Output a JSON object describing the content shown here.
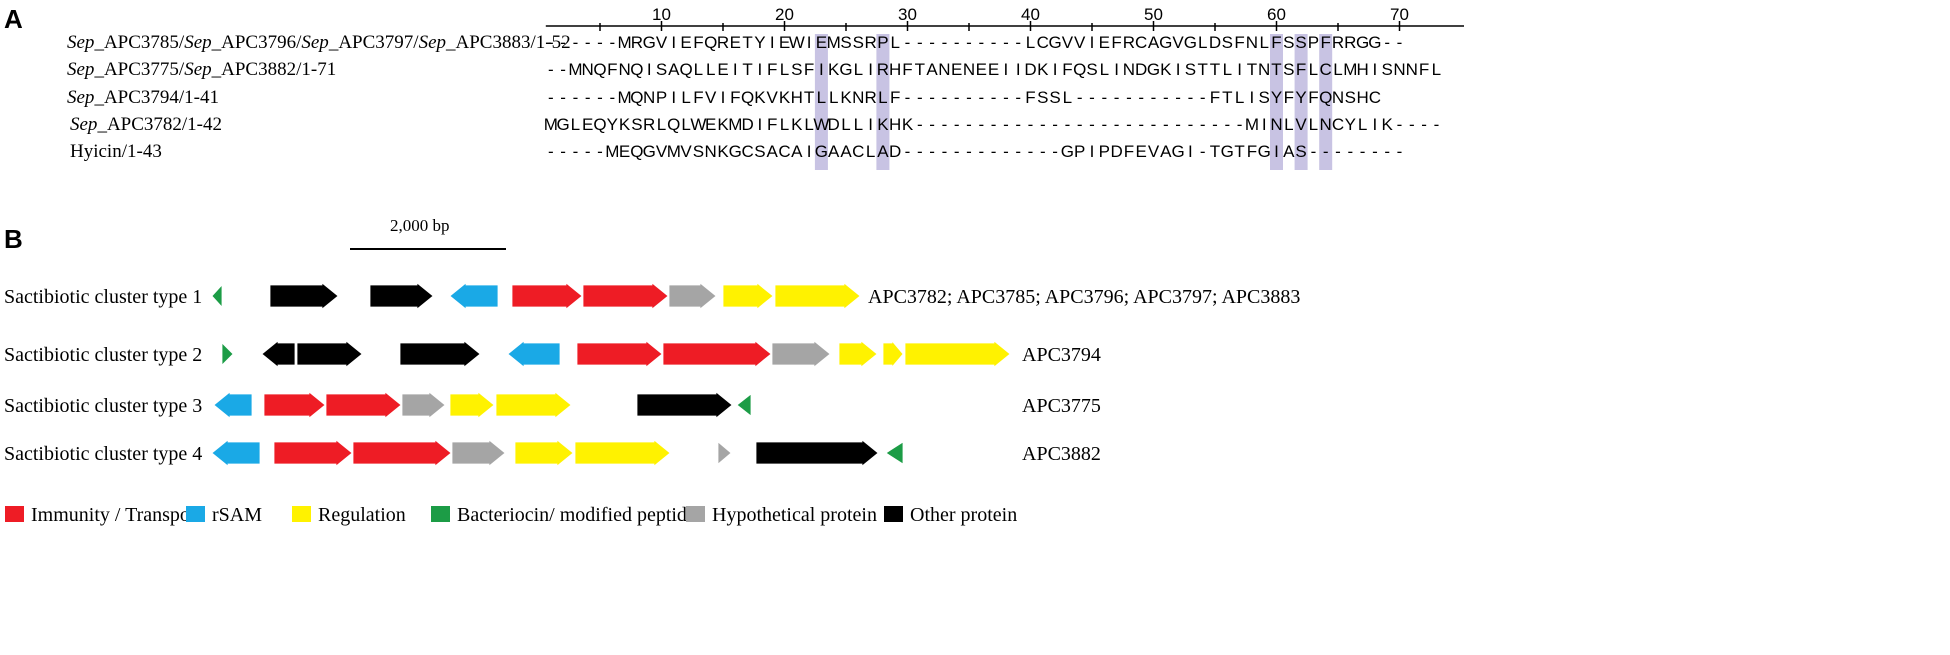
{
  "panel_a": {
    "letter": "A",
    "ruler_ticks": [
      "10",
      "20",
      "30",
      "40",
      "50",
      "60",
      "70"
    ],
    "sequences": [
      {
        "name_parts": [
          {
            "text": "Sep",
            "italic": true
          },
          {
            "text": "_APC3785/",
            "italic": false
          },
          {
            "text": "Sep",
            "italic": true
          },
          {
            "text": "_APC3796/",
            "italic": false
          },
          {
            "text": "Sep",
            "italic": true
          },
          {
            "text": "_APC3797/",
            "italic": false
          },
          {
            "text": "Sep",
            "italic": true
          },
          {
            "text": "_APC3883/1-52",
            "italic": false
          }
        ],
        "sequence": "------MRGVIEFQRETYIEWIEMSSRPL----------LCGVVIEFRCAGVGLDSFNLFSSPFRRGG--"
      },
      {
        "name_parts": [
          {
            "text": "Sep",
            "italic": true
          },
          {
            "text": "_APC3775/",
            "italic": false
          },
          {
            "text": "Sep",
            "italic": true
          },
          {
            "text": "_APC3882/1-71",
            "italic": false
          }
        ],
        "sequence": "--MNQFNQISAQLLEITIFLSFIKGLIRHFTANENEEIIDKIFQSLINDGKISTTLITNTSFLCLMHISNNFL"
      },
      {
        "name_parts": [
          {
            "text": "Sep",
            "italic": true
          },
          {
            "text": "_APC3794/1-41",
            "italic": false
          }
        ],
        "sequence": "------MQNPILFVIFQKVKHTLLKNRLF----------FSSL-----------FTLISYFYFQNSHC"
      },
      {
        "name_parts": [
          {
            "text": "Sep",
            "italic": true
          },
          {
            "text": "_APC3782/1-42",
            "italic": false
          }
        ],
        "sequence": "MGLEQYKSRLQLWEKMDIFLKLWDLLIKHK---------------------------MINLVLNCYLIK----"
      },
      {
        "name_parts": [
          {
            "text": "Hyicin/1-43",
            "italic": false
          }
        ],
        "sequence": "-----MEQGVMVSNKGCSACAIGAACLAD-------------GPIPDFEVAGI-TGTFGIAS--------"
      }
    ],
    "highlight_columns": [
      23,
      28,
      60,
      62,
      64
    ],
    "highlight_color": "#c8c3e3"
  },
  "panel_b": {
    "letter": "B",
    "scale_bar_label": "2,000  bp",
    "clusters": [
      {
        "label": "Sactibiotic cluster type 1",
        "strains": "APC3782; APC3785; APC3796; APC3797; APC3883",
        "genes": [
          {
            "type": "bacteriocin",
            "dir": "left"
          },
          {
            "type": "other",
            "dir": "right"
          },
          {
            "type": "other",
            "dir": "right"
          },
          {
            "type": "rsam",
            "dir": "left"
          },
          {
            "type": "immunity",
            "dir": "right"
          },
          {
            "type": "immunity",
            "dir": "right"
          },
          {
            "type": "hypothetical",
            "dir": "right"
          },
          {
            "type": "regulation",
            "dir": "right"
          },
          {
            "type": "regulation",
            "dir": "right"
          }
        ]
      },
      {
        "label": "Sactibiotic cluster type 2",
        "strains": "APC3794",
        "genes": [
          {
            "type": "bacteriocin",
            "dir": "right"
          },
          {
            "type": "other",
            "dir": "left"
          },
          {
            "type": "other",
            "dir": "right"
          },
          {
            "type": "other",
            "dir": "right"
          },
          {
            "type": "rsam",
            "dir": "left"
          },
          {
            "type": "immunity",
            "dir": "right"
          },
          {
            "type": "immunity",
            "dir": "right"
          },
          {
            "type": "hypothetical",
            "dir": "right"
          },
          {
            "type": "regulation",
            "dir": "right"
          },
          {
            "type": "regulation",
            "dir": "right"
          },
          {
            "type": "regulation",
            "dir": "right"
          }
        ]
      },
      {
        "label": "Sactibiotic cluster type 3",
        "strains": "APC3775",
        "genes": [
          {
            "type": "rsam",
            "dir": "left"
          },
          {
            "type": "immunity",
            "dir": "right"
          },
          {
            "type": "immunity",
            "dir": "right"
          },
          {
            "type": "hypothetical",
            "dir": "right"
          },
          {
            "type": "regulation",
            "dir": "right"
          },
          {
            "type": "regulation",
            "dir": "right"
          },
          {
            "type": "other",
            "dir": "right"
          },
          {
            "type": "bacteriocin",
            "dir": "left"
          }
        ]
      },
      {
        "label": "Sactibiotic cluster type 4",
        "strains": "APC3882",
        "genes": [
          {
            "type": "rsam",
            "dir": "left"
          },
          {
            "type": "immunity",
            "dir": "right"
          },
          {
            "type": "immunity",
            "dir": "right"
          },
          {
            "type": "hypothetical",
            "dir": "right"
          },
          {
            "type": "regulation",
            "dir": "right"
          },
          {
            "type": "regulation",
            "dir": "right"
          },
          {
            "type": "hypothetical",
            "dir": "right"
          },
          {
            "type": "other",
            "dir": "right"
          },
          {
            "type": "bacteriocin",
            "dir": "left"
          }
        ]
      }
    ],
    "legend": [
      {
        "type": "immunity",
        "label": "Immunity / Transport",
        "color": "#ee1c25"
      },
      {
        "type": "rsam",
        "label": "rSAM",
        "color": "#1aa9e6"
      },
      {
        "type": "regulation",
        "label": "Regulation",
        "color": "#fff200"
      },
      {
        "type": "bacteriocin",
        "label": "Bacteriocin/ modified peptide",
        "color": "#1c9c46"
      },
      {
        "type": "hypothetical",
        "label": "Hypothetical protein",
        "color": "#a5a5a5"
      },
      {
        "type": "other",
        "label": "Other protein",
        "color": "#000000"
      }
    ]
  }
}
